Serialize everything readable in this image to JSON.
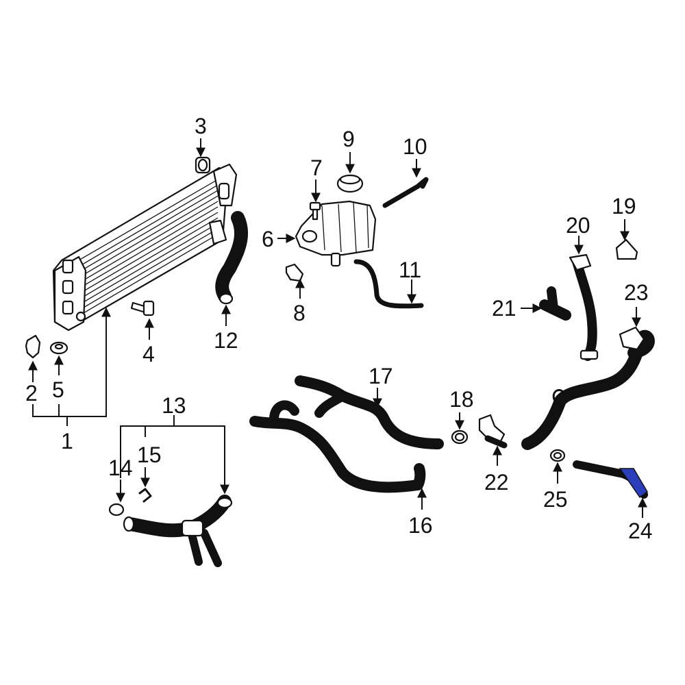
{
  "callouts": {
    "c1": "1",
    "c2": "2",
    "c3": "3",
    "c4": "4",
    "c5": "5",
    "c6": "6",
    "c7": "7",
    "c8": "8",
    "c9": "9",
    "c10": "10",
    "c11": "11",
    "c12": "12",
    "c13": "13",
    "c14": "14",
    "c15": "15",
    "c16": "16",
    "c17": "17",
    "c18": "18",
    "c19": "19",
    "c20": "20",
    "c21": "21",
    "c22": "22",
    "c23": "23",
    "c24": "24",
    "c25": "25"
  },
  "colors": {
    "line": "#111111",
    "highlight": "#2b3fbd",
    "background": "#ffffff"
  },
  "highlighted_part": "24"
}
